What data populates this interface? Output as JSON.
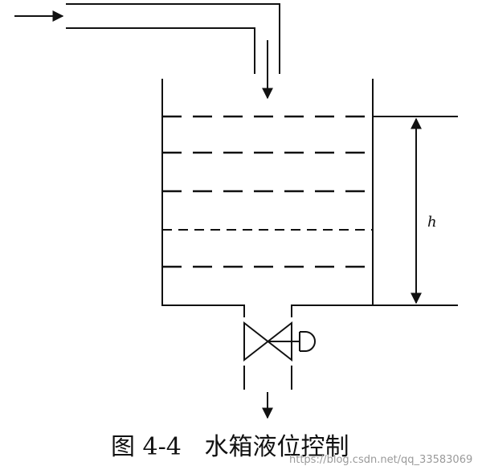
{
  "diagram": {
    "level_label": "h",
    "caption": "图 4-4   水箱液位控制",
    "watermark": "https://blog.csdn.net/qq_33583069"
  }
}
